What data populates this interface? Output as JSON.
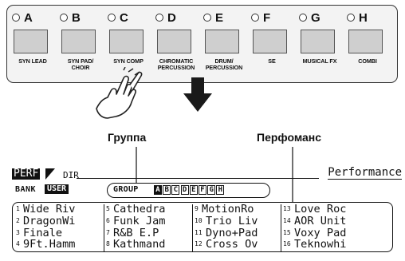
{
  "buttons": [
    {
      "letter": "A",
      "caption": "SYN LEAD"
    },
    {
      "letter": "B",
      "caption": "SYN PAD/\nCHOIR"
    },
    {
      "letter": "C",
      "caption": "SYN COMP"
    },
    {
      "letter": "D",
      "caption": "CHROMATIC\nPERCUSSION"
    },
    {
      "letter": "E",
      "caption": "DRUM/\nPERCUSSION"
    },
    {
      "letter": "F",
      "caption": "SE"
    },
    {
      "letter": "G",
      "caption": "MUSICAL FX"
    },
    {
      "letter": "H",
      "caption": "COMBI"
    }
  ],
  "labels": {
    "group": "Группа",
    "performance": "Перфоманс"
  },
  "lcd": {
    "mode_tag": "PERF",
    "dir": "DIR",
    "title": "Performance",
    "bank_label": "BANK",
    "bank_value": "USER",
    "group_label": "GROUP",
    "groups": [
      "A",
      "B",
      "C",
      "D",
      "E",
      "F",
      "G",
      "H"
    ],
    "selected_group": "A",
    "columns": [
      [
        {
          "num": "1",
          "name": "Wide Riv"
        },
        {
          "num": "2",
          "name": "DragonWi"
        },
        {
          "num": "3",
          "name": "Finale"
        },
        {
          "num": "4",
          "name": "9Ft.Hamm"
        }
      ],
      [
        {
          "num": "5",
          "name": "Cathedra"
        },
        {
          "num": "6",
          "name": "Funk Jam"
        },
        {
          "num": "7",
          "name": "R&B E.P"
        },
        {
          "num": "8",
          "name": "Kathmand"
        }
      ],
      [
        {
          "num": "9",
          "name": "MotionRo"
        },
        {
          "num": "10",
          "name": "Trio Liv"
        },
        {
          "num": "11",
          "name": "Dyno+Pad"
        },
        {
          "num": "12",
          "name": "Cross Ov"
        }
      ],
      [
        {
          "num": "13",
          "name": "Love Roc"
        },
        {
          "num": "14",
          "name": "AOR Unit"
        },
        {
          "num": "15",
          "name": "Voxy Pad"
        },
        {
          "num": "16",
          "name": "Teknowhi"
        }
      ]
    ]
  },
  "colors": {
    "lcd_ink": "#111111",
    "pad": "#cfcfcf"
  },
  "icons": {
    "hand": "pointing-hand-icon",
    "arrow": "down-arrow-icon"
  }
}
